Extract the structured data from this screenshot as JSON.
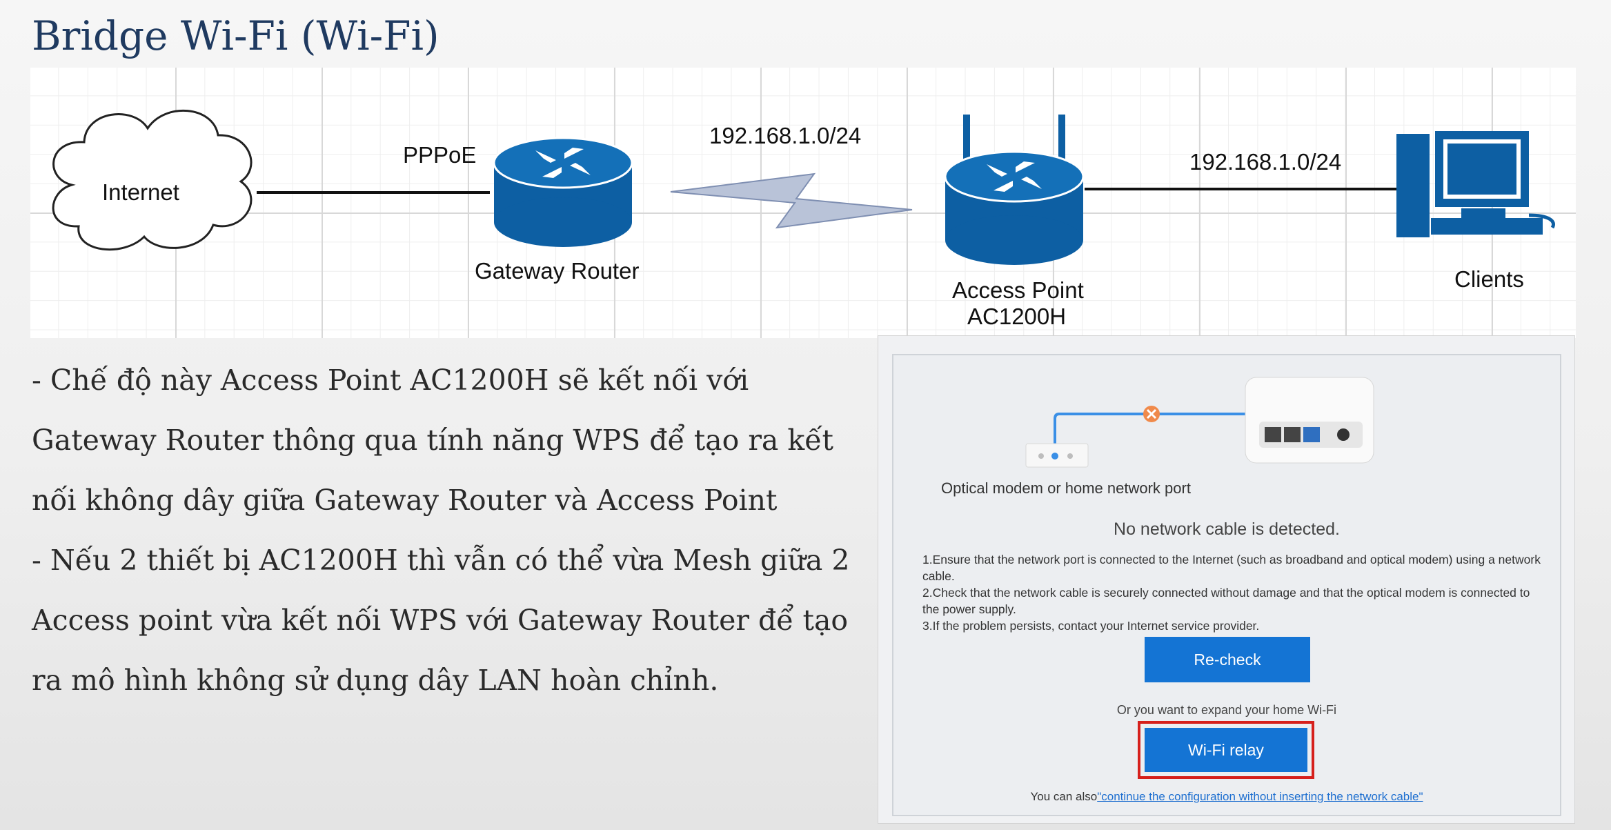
{
  "slide": {
    "title": "Bridge Wi-Fi (Wi-Fi)"
  },
  "diagram": {
    "internet_label": "Internet",
    "pppoe_label": "PPPoE",
    "gateway_label": "Gateway Router",
    "subnet_wireless": "192.168.1.0/24",
    "subnet_wired": "192.168.1.0/24",
    "ap_label_line1": "Access Point",
    "ap_label_line2": "AC1200H",
    "clients_label": "Clients",
    "device_color": "#0d5fa3"
  },
  "bullets": [
    "- Chế độ này Access Point AC1200H sẽ kết nối với Gateway Router thông qua tính năng WPS để tạo ra kết nối không dây giữa Gateway Router và Access Point",
    "- Nếu 2 thiết bị AC1200H thì vẫn có thể vừa Mesh giữa 2 Access point vừa kết nối WPS với Gateway Router để tạo ra mô hình không sử dụng dây LAN hoàn chỉnh."
  ],
  "screenshot": {
    "port_caption": "Optical modem or home network port",
    "status": "No network cable is detected.",
    "steps": [
      "1.Ensure that the network port is connected to the Internet (such as broadband and optical modem) using a network cable.",
      "2.Check that the network cable is securely connected without damage and that the optical modem is connected to the power supply.",
      "3.If the problem persists, contact your Internet service provider."
    ],
    "recheck_label": "Re-check",
    "expand_text": "Or you want to expand your home Wi-Fi",
    "relay_label": "Wi-Fi relay",
    "footer_prefix": "You can also",
    "footer_link": "\"continue the configuration without inserting the network cable\"",
    "highlight_color": "#d6201c",
    "button_color": "#1474d4",
    "error_color": "#f08a4b"
  }
}
